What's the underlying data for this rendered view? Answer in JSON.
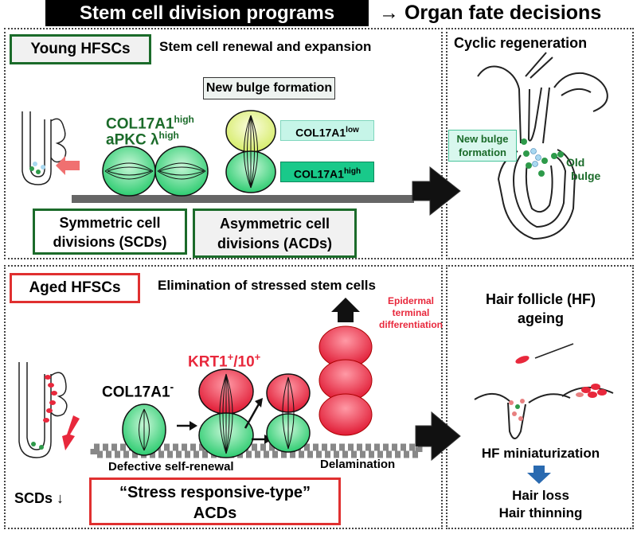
{
  "header": {
    "banner": "Stem cell division programs",
    "organ_fate": "→  Organ fate decisions"
  },
  "young": {
    "title": "Young HFSCs",
    "subtitle": "Stem cell renewal and expansion",
    "new_bulge": "New bulge formation",
    "col17_high_text": "COL17A1",
    "col17_high_sup": "high",
    "apkc_text": "aPKC λ",
    "apkc_sup": "high",
    "low_box_text": "COL17A1",
    "low_box_sup": "low",
    "high_box_text": "COL17A1",
    "high_box_sup": "high",
    "scd_line1": "Symmetric cell",
    "scd_line2": "divisions (SCDs)",
    "acd_line1": "Asymmetric cell",
    "acd_line2": "divisions (ACDs)"
  },
  "cyclic": {
    "title": "Cyclic regeneration",
    "new_bulge_line1": "New bulge",
    "new_bulge_line2": "formation",
    "old_line1": "Old",
    "old_line2": "bulge"
  },
  "aged": {
    "title": "Aged HFSCs",
    "subtitle": "Elimination of stressed stem cells",
    "epi_line1": "Epidermal",
    "epi_line2": "terminal",
    "epi_line3": "differentiation",
    "krt_text": "KRT1",
    "krt_sup1": "+",
    "krt_mid": "/10",
    "krt_sup2": "+",
    "col17_text": "COL17A1",
    "col17_sup": "-",
    "defective": "Defective self-renewal",
    "delamination": "Delamination",
    "scds_down": "SCDs ↓",
    "stress_line1": "“Stress responsive-type”",
    "stress_line2": "ACDs"
  },
  "hf_ageing": {
    "title_line1": "Hair follicle (HF)",
    "title_line2": "ageing",
    "miniaturization": "HF miniaturization",
    "loss": "Hair loss",
    "thinning": "Hair thinning"
  },
  "colors": {
    "dark_green": "#1b6b2a",
    "cell_green": "#2ecc71",
    "cell_yellow": "#e8f58a",
    "red_cell": "#e8283c",
    "box_red": "#e03030",
    "mint": "#c6f5e8",
    "teal": "#19c98a"
  }
}
